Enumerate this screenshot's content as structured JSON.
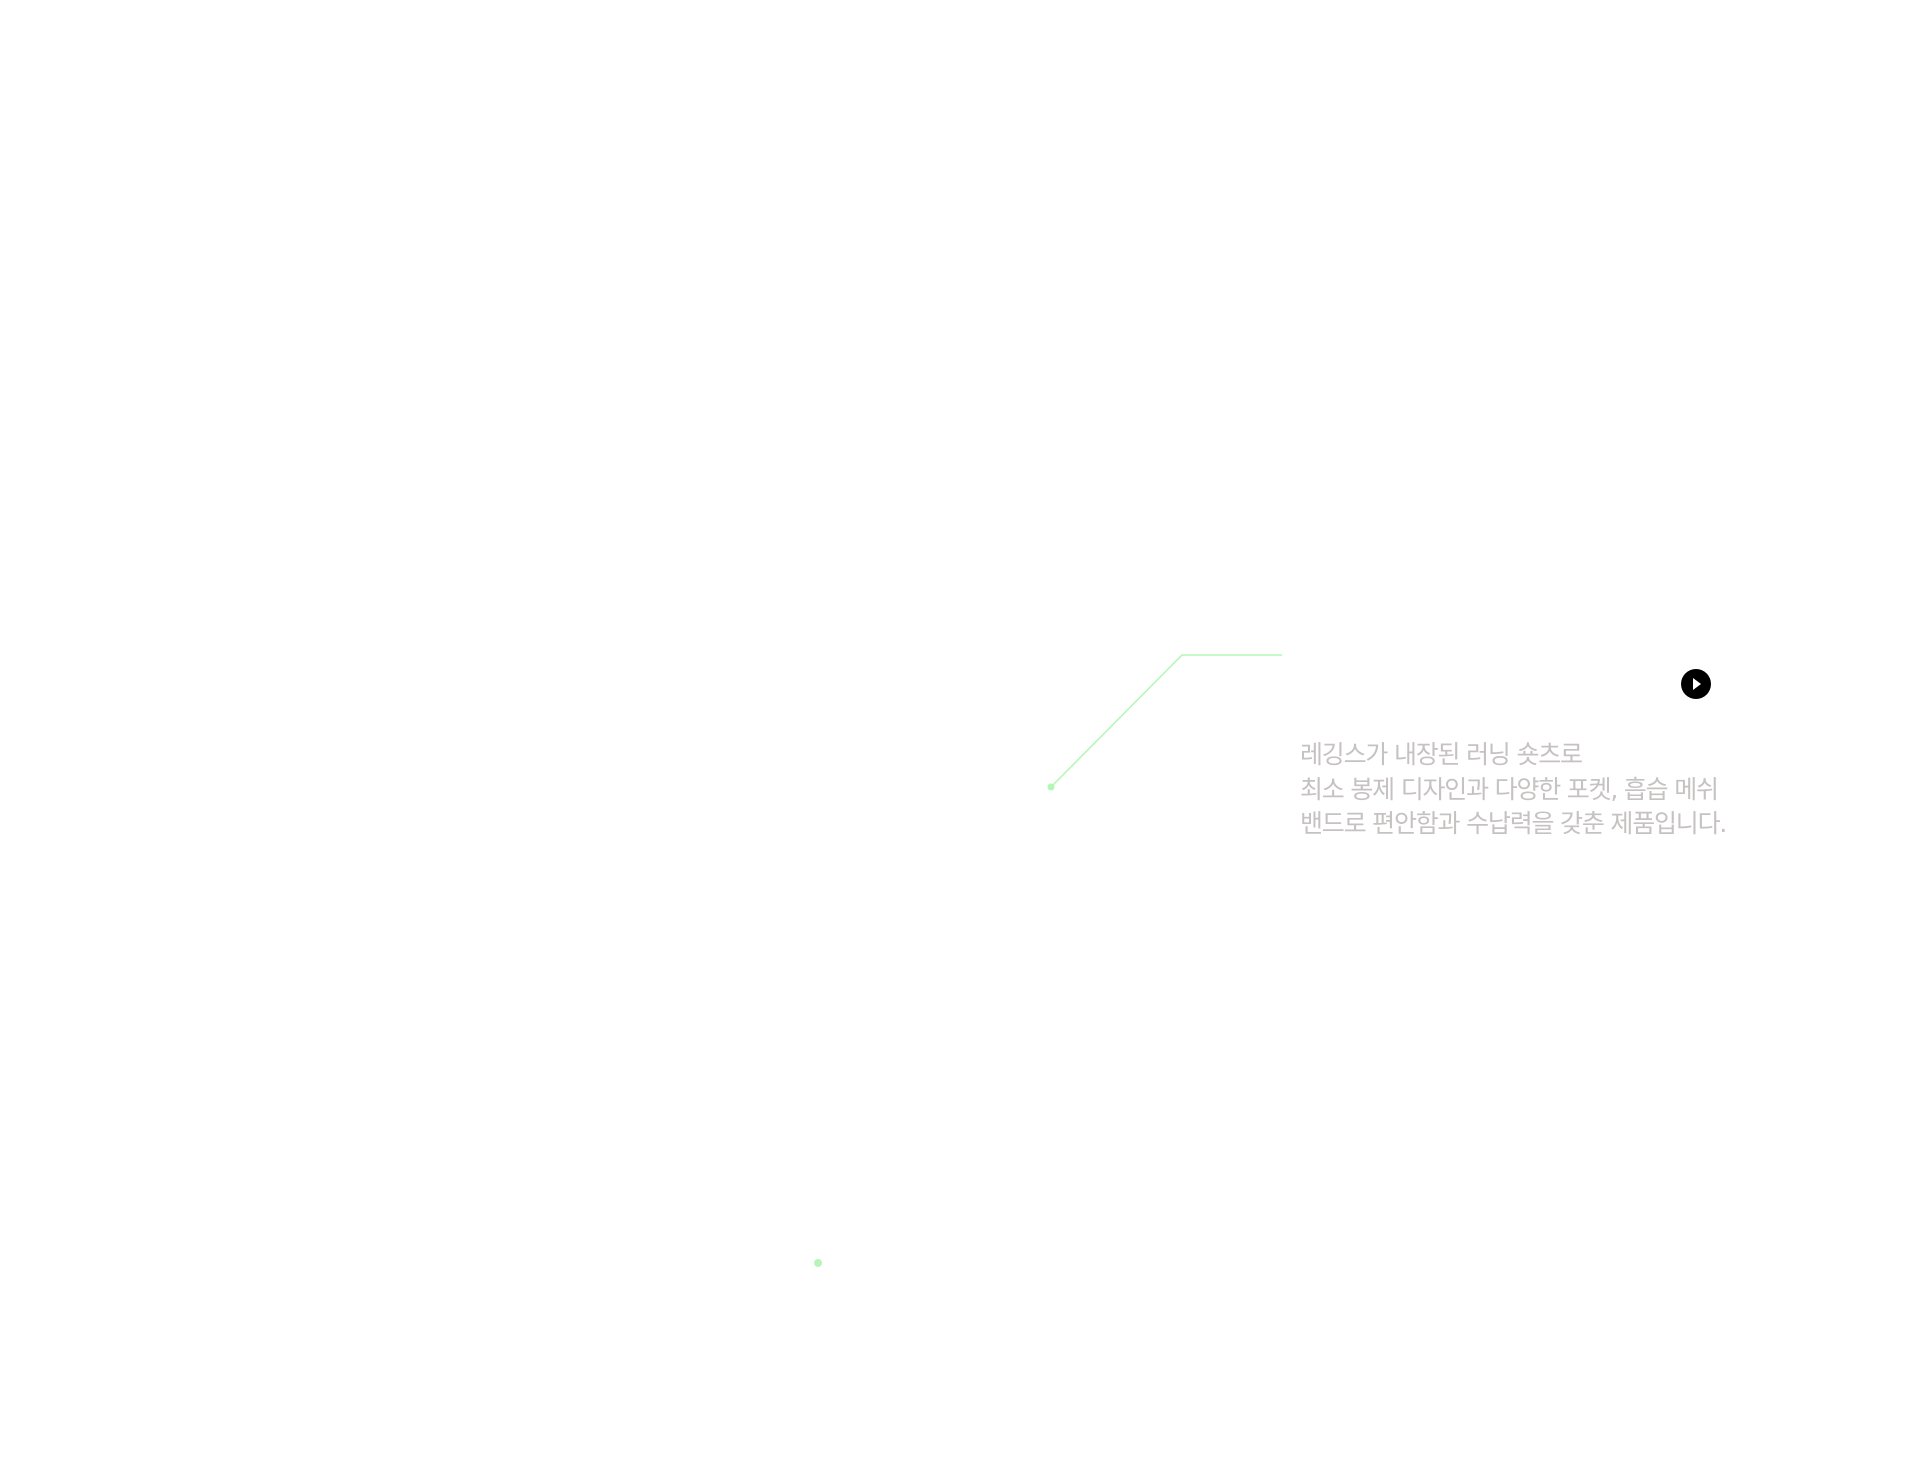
{
  "description": {
    "lines": [
      "레깅스가 내장된 러닝 숏츠로",
      "최소 봉제 디자인과 다양한 포켓, 흡습 메쉬",
      "밴드로 편안함과 수납력을 갖춘 제품입니다."
    ]
  },
  "icons": {
    "play": "play-icon"
  },
  "colors": {
    "accent_line": "#b2f7b2",
    "text": "#c6c2c2",
    "button": "#000000"
  }
}
